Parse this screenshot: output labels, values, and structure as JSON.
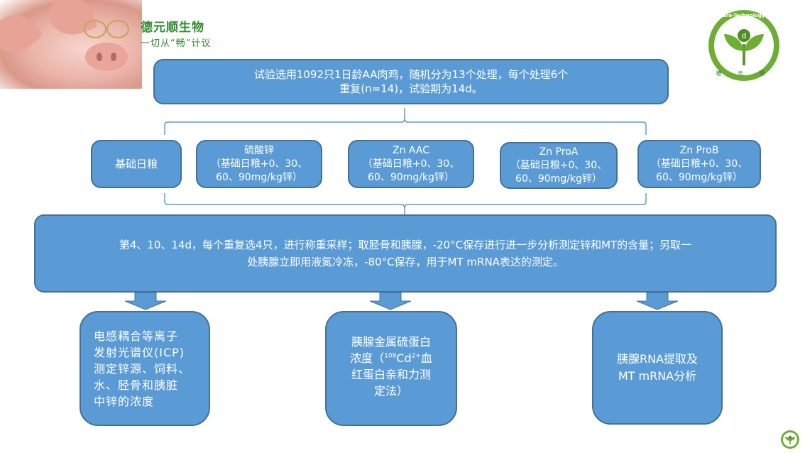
{
  "brand": {
    "title": "德元顺生物",
    "slogan": "一切从“畅”计议",
    "logo_ring_text": "Bio-Technology",
    "logo_bottom_text": "德 元 顺"
  },
  "top_box": {
    "text": "试验选用1092只1日龄AA肉鸡，随机分为13个处理，每个处理6个\n重复(n=14)，试验期为14d。"
  },
  "treatments": [
    {
      "label": "基础日粮"
    },
    {
      "label": "硫酸锌\n（基础日粮+0、30、\n60、90mg/kg锌）"
    },
    {
      "label": "Zn AAC\n（基础日粮+0、30、\n60、90mg/kg锌）"
    },
    {
      "label": "Zn ProA\n（基础日粮+0、30、\n60、90mg/kg锌）"
    },
    {
      "label": "Zn ProB\n（基础日粮+0、30、\n60、90mg/kg锌）"
    }
  ],
  "sampling_box": {
    "text": "第4、10、14d，每个重复选4只，进行称重采样；取胫骨和胰腺，-20°C保存进行进一步分析测定锌和MT的含量；另取一\n处胰腺立即用液氮冷冻，-80°C保存，用于MT mRNA表达的测定。"
  },
  "methods": {
    "icp": "电感耦合等离子\n发射光谱仪(ICP)\n测定锌源、饲料、\n水、胫骨和胰脏\n中锌的浓度",
    "mt_protein_line1": "胰腺金属硫蛋白",
    "mt_protein_line2a": "浓度（",
    "mt_protein_sup1": "109",
    "mt_protein_line2b": "Cd",
    "mt_protein_sup2": "2+",
    "mt_protein_line2c": "血",
    "mt_protein_line3": "红蛋白亲和力测",
    "mt_protein_line4": "定法）",
    "rna": "胰腺RNA提取及\nMT mRNA分析"
  },
  "colors": {
    "box_fill": "#5b9bd5",
    "box_border": "#41719c",
    "brand_green": "#2f8a2f",
    "logo_green": "#6fae35"
  }
}
